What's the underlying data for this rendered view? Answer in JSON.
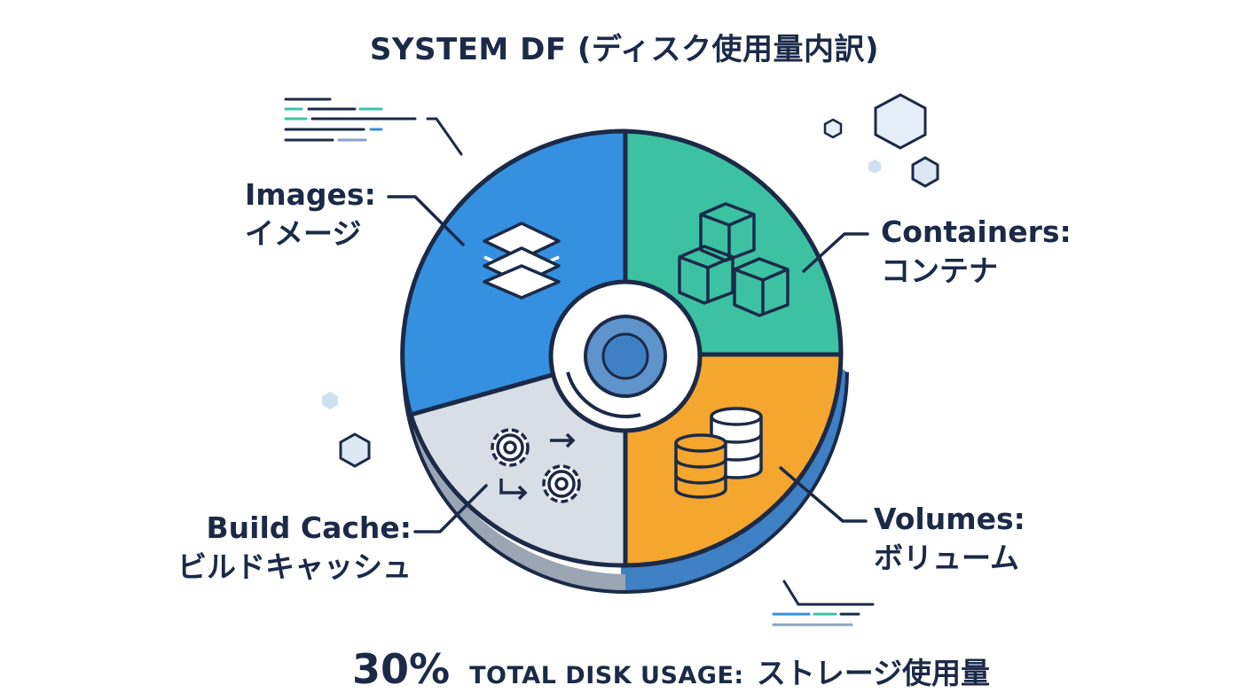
{
  "title": "SYSTEM DF (ディスク使用量内訳)",
  "segments": {
    "images": {
      "label": "Images:",
      "label_jp": "イメージ",
      "color": "#3590e0",
      "icon": "layers-icon"
    },
    "containers": {
      "label": "Containers:",
      "label_jp": "コンテナ",
      "color": "#3cc2a3",
      "icon": "boxes-icon"
    },
    "volumes": {
      "label": "Volumes:",
      "label_jp": "ボリューム",
      "color": "#f4a62e",
      "icon": "database-icon"
    },
    "build_cache": {
      "label": "Build Cache:",
      "label_jp": "ビルドキャッシュ",
      "color": "#d8dee6",
      "icon": "gears-icon"
    }
  },
  "footer": {
    "percent": "30%",
    "caption": "TOTAL DISK USAGE:",
    "caption_jp": "ストレージ使用量"
  },
  "colors": {
    "outline": "#1b2a47",
    "rim": "#3f7fc4",
    "hub": "#5e93cc"
  }
}
